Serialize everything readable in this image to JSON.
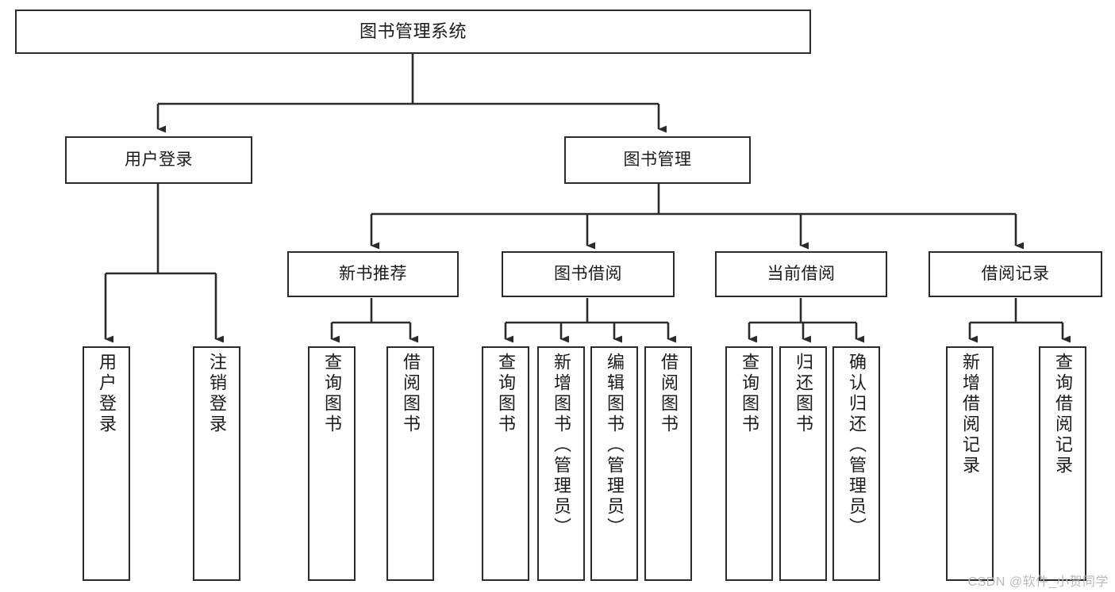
{
  "diagram": {
    "title": "图书管理系统",
    "type": "tree-hierarchy",
    "orientation": "top-down",
    "colors": {
      "stroke": "#2b2b2b",
      "fill": "#ffffff",
      "text": "#1b1b1b",
      "watermark": "#b9b9b9"
    }
  },
  "nodes": {
    "root": {
      "label": "图书管理系统"
    },
    "level2": [
      {
        "label": "用户登录"
      },
      {
        "label": "图书管理"
      }
    ],
    "level3": [
      {
        "label": "新书推荐"
      },
      {
        "label": "图书借阅"
      },
      {
        "label": "当前借阅"
      },
      {
        "label": "借阅记录"
      }
    ],
    "leaves": {
      "user_login": [
        {
          "label": "用户登录"
        },
        {
          "label": "注销登录"
        }
      ],
      "new_book_recommend": [
        {
          "label": "查询图书"
        },
        {
          "label": "借阅图书"
        }
      ],
      "book_borrow": [
        {
          "label": "查询图书"
        },
        {
          "label": "新增图书（管理员）"
        },
        {
          "label": "编辑图书（管理员）"
        },
        {
          "label": "借阅图书"
        }
      ],
      "current_borrow": [
        {
          "label": "查询图书"
        },
        {
          "label": "归还图书"
        },
        {
          "label": "确认归还（管理员）"
        }
      ],
      "borrow_record": [
        {
          "label": "新增借阅记录"
        },
        {
          "label": "查询借阅记录"
        }
      ]
    }
  },
  "watermark": {
    "text": "CSDN @软件_小贺同学"
  }
}
